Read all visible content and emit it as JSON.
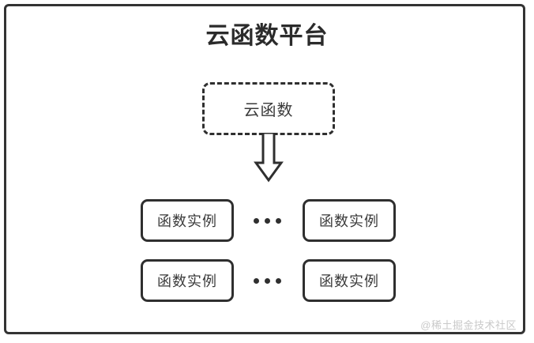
{
  "diagram": {
    "title": "云函数平台",
    "watermark": "@稀土掘金技术社区",
    "colors": {
      "stroke": "#2f2f2f",
      "frame": "#333333",
      "text": "#3a3a3a",
      "title": "#2b2b2b",
      "background": "#ffffff",
      "watermark": "#c9c9c9"
    },
    "cloud_function": {
      "label": "云函数",
      "border_style": "dashed"
    },
    "arrow": {
      "direction": "down",
      "style": "block-outline",
      "icon": "arrow-down-icon"
    },
    "instances": {
      "rows": [
        {
          "left_label": "函数实例",
          "ellipsis": "•••",
          "right_label": "函数实例"
        },
        {
          "left_label": "函数实例",
          "ellipsis": "•••",
          "right_label": "函数实例"
        }
      ]
    }
  }
}
